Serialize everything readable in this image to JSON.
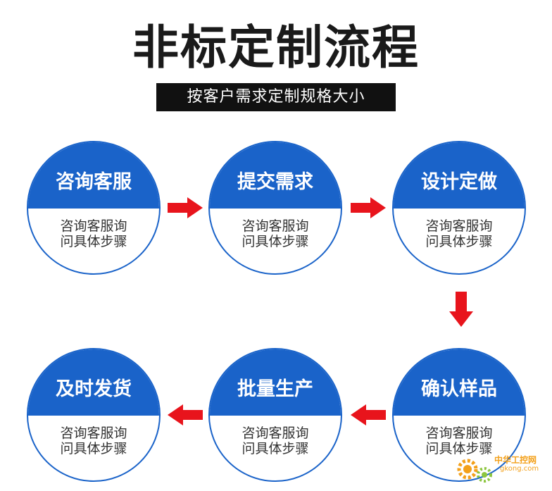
{
  "title": "非标定制流程",
  "subtitle": "按客户需求定制规格大小",
  "steps": [
    {
      "name": "咨询客服",
      "desc1": "咨询客服询",
      "desc2": "问具体步骤"
    },
    {
      "name": "提交需求",
      "desc1": "咨询客服询",
      "desc2": "问具体步骤"
    },
    {
      "name": "设计定做",
      "desc1": "咨询客服询",
      "desc2": "问具体步骤"
    },
    {
      "name": "确认样品",
      "desc1": "咨询客服询",
      "desc2": "问具体步骤"
    },
    {
      "name": "批量生产",
      "desc1": "咨询客服询",
      "desc2": "问具体步骤"
    },
    {
      "name": "及时发货",
      "desc1": "咨询客服询",
      "desc2": "问具体步骤"
    }
  ],
  "watermark": {
    "text": "中华工控网",
    "url": "gkong.com"
  },
  "colors": {
    "circle_blue": "#1a63c9",
    "arrow_red": "#e8141c",
    "title_text": "#1a1a1a"
  }
}
